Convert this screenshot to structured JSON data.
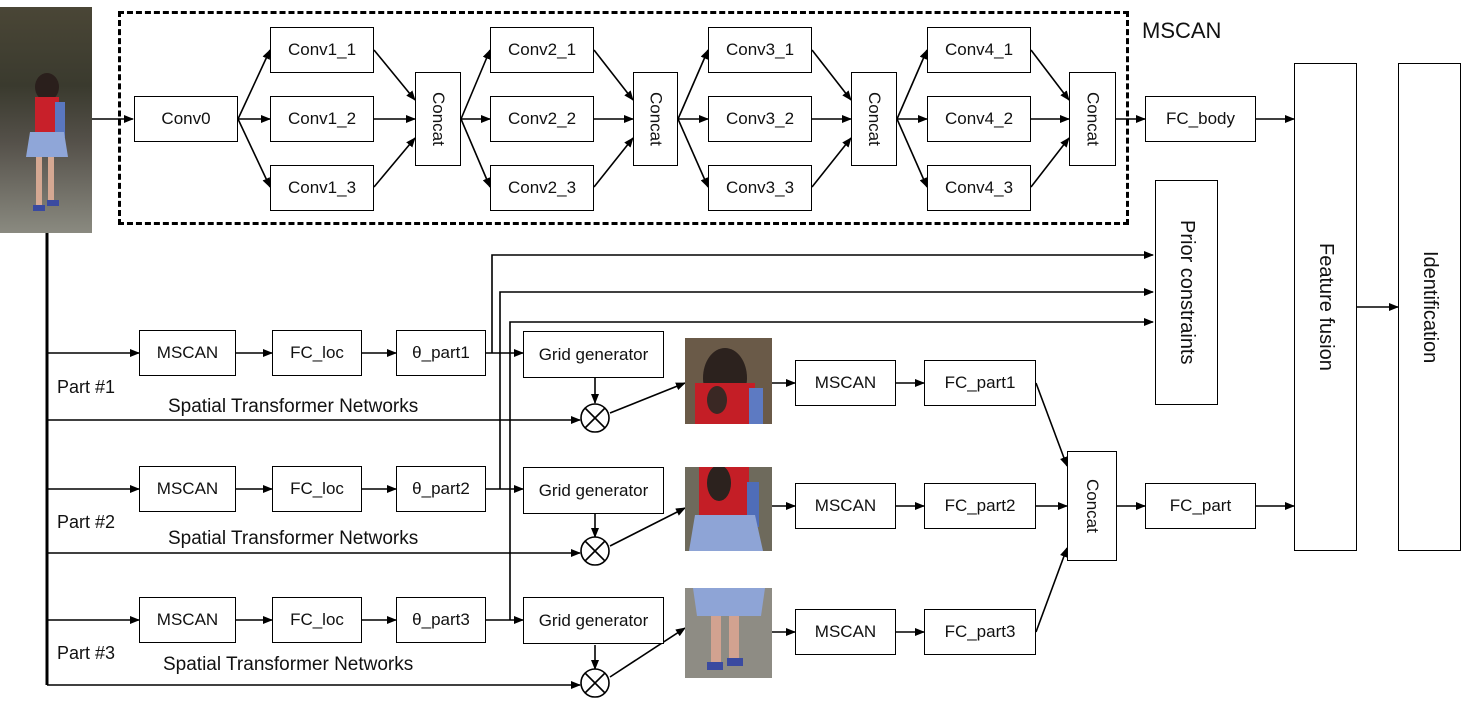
{
  "diagram": {
    "mscan_group_label": "MSCAN",
    "conv0": "Conv0",
    "conv1": [
      "Conv1_1",
      "Conv1_2",
      "Conv1_3"
    ],
    "conv2": [
      "Conv2_1",
      "Conv2_2",
      "Conv2_3"
    ],
    "conv3": [
      "Conv3_1",
      "Conv3_2",
      "Conv3_3"
    ],
    "conv4": [
      "Conv4_1",
      "Conv4_2",
      "Conv4_3"
    ],
    "concat": "Concat",
    "fc_body": "FC_body",
    "prior_constraints": "Prior constraints",
    "feature_fusion": "Feature fusion",
    "identification": "Identification",
    "fc_part": "FC_part",
    "parts": [
      {
        "label": "Part #1",
        "mscan": "MSCAN",
        "fc_loc": "FC_loc",
        "theta": "θ_part1",
        "grid": "Grid generator",
        "stn": "Spatial Transformer Networks",
        "mscan2": "MSCAN",
        "fc": "FC_part1"
      },
      {
        "label": "Part #2",
        "mscan": "MSCAN",
        "fc_loc": "FC_loc",
        "theta": "θ_part2",
        "grid": "Grid generator",
        "stn": "Spatial Transformer Networks",
        "mscan2": "MSCAN",
        "fc": "FC_part2"
      },
      {
        "label": "Part #3",
        "mscan": "MSCAN",
        "fc_loc": "FC_loc",
        "theta": "θ_part3",
        "grid": "Grid generator",
        "stn": "Spatial Transformer Networks",
        "mscan2": "MSCAN",
        "fc": "FC_part3"
      }
    ]
  }
}
